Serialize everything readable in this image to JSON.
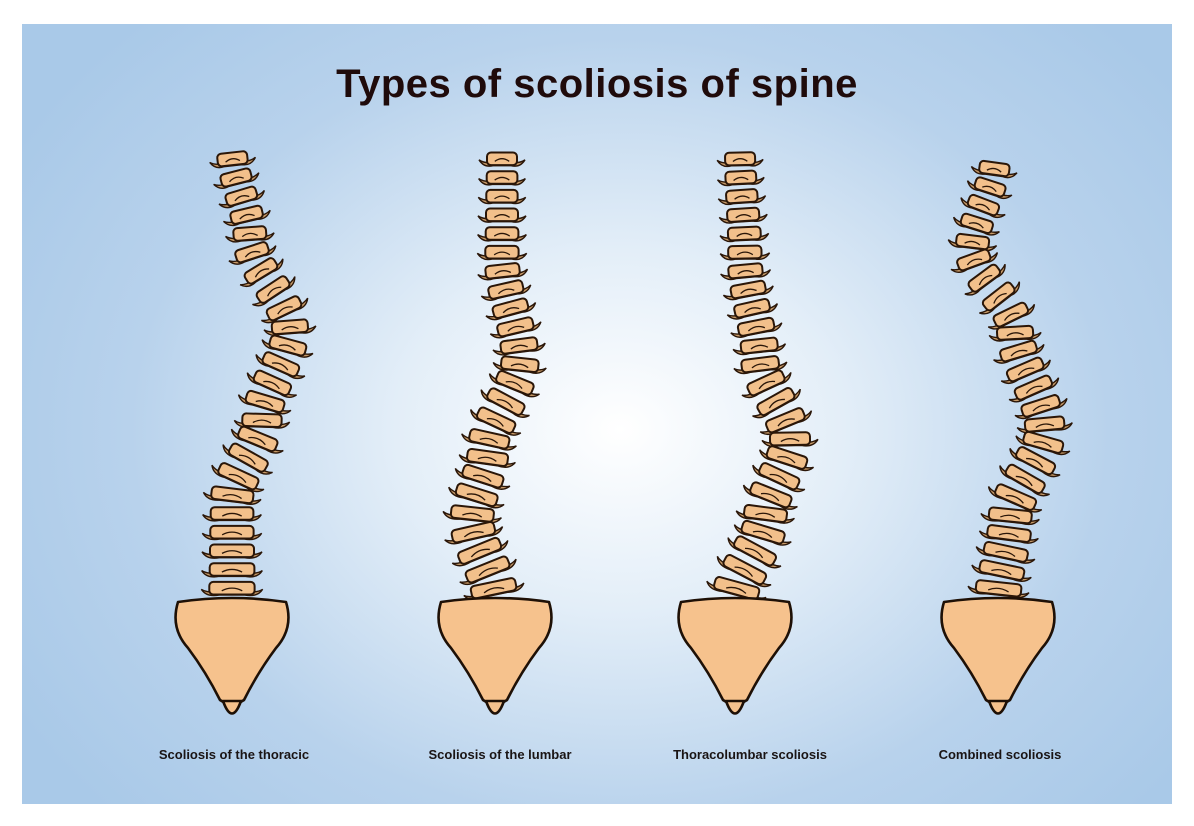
{
  "title": "Types of scoliosis of spine",
  "colors": {
    "background_edge": "#a9c9e8",
    "background_center": "#ffffff",
    "bone_light": "#f2c08b",
    "bone_shade": "#c79a68",
    "outline": "#2a1608",
    "title_text": "#1f0b0b"
  },
  "spines": [
    {
      "label": "Scoliosis of the thoracic"
    },
    {
      "label": "Scoliosis of the lumbar"
    },
    {
      "label": "Thoracolumbar scoliosis"
    },
    {
      "label": "Combined scoliosis"
    }
  ]
}
